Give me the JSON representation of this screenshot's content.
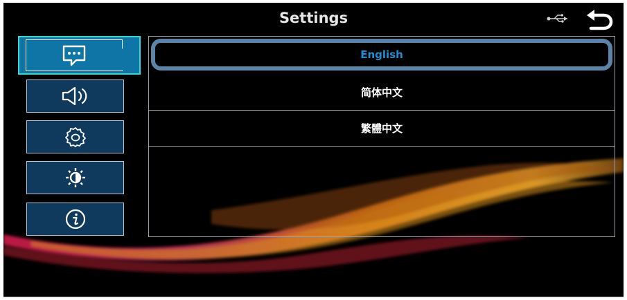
{
  "header": {
    "title": "Settings",
    "icons": {
      "status": "usb-icon",
      "back": "back-arrow-icon"
    }
  },
  "sidebar": {
    "items": [
      {
        "id": "language",
        "icon": "chat-bubble-icon",
        "active": true
      },
      {
        "id": "sound",
        "icon": "speaker-icon",
        "active": false
      },
      {
        "id": "general",
        "icon": "gear-icon",
        "active": false
      },
      {
        "id": "display",
        "icon": "brightness-icon",
        "active": false
      },
      {
        "id": "about",
        "icon": "info-icon",
        "active": false
      }
    ]
  },
  "languages": {
    "options": [
      "English",
      "简体中文",
      "繁體中文"
    ],
    "selected": "English"
  },
  "colors": {
    "accent": "#0e75a6",
    "selected_text": "#1e8fd6",
    "selected_border": "#5b84a8",
    "sidebar_bg": "#0f3a5e",
    "active_outline": "#36d9d2"
  }
}
